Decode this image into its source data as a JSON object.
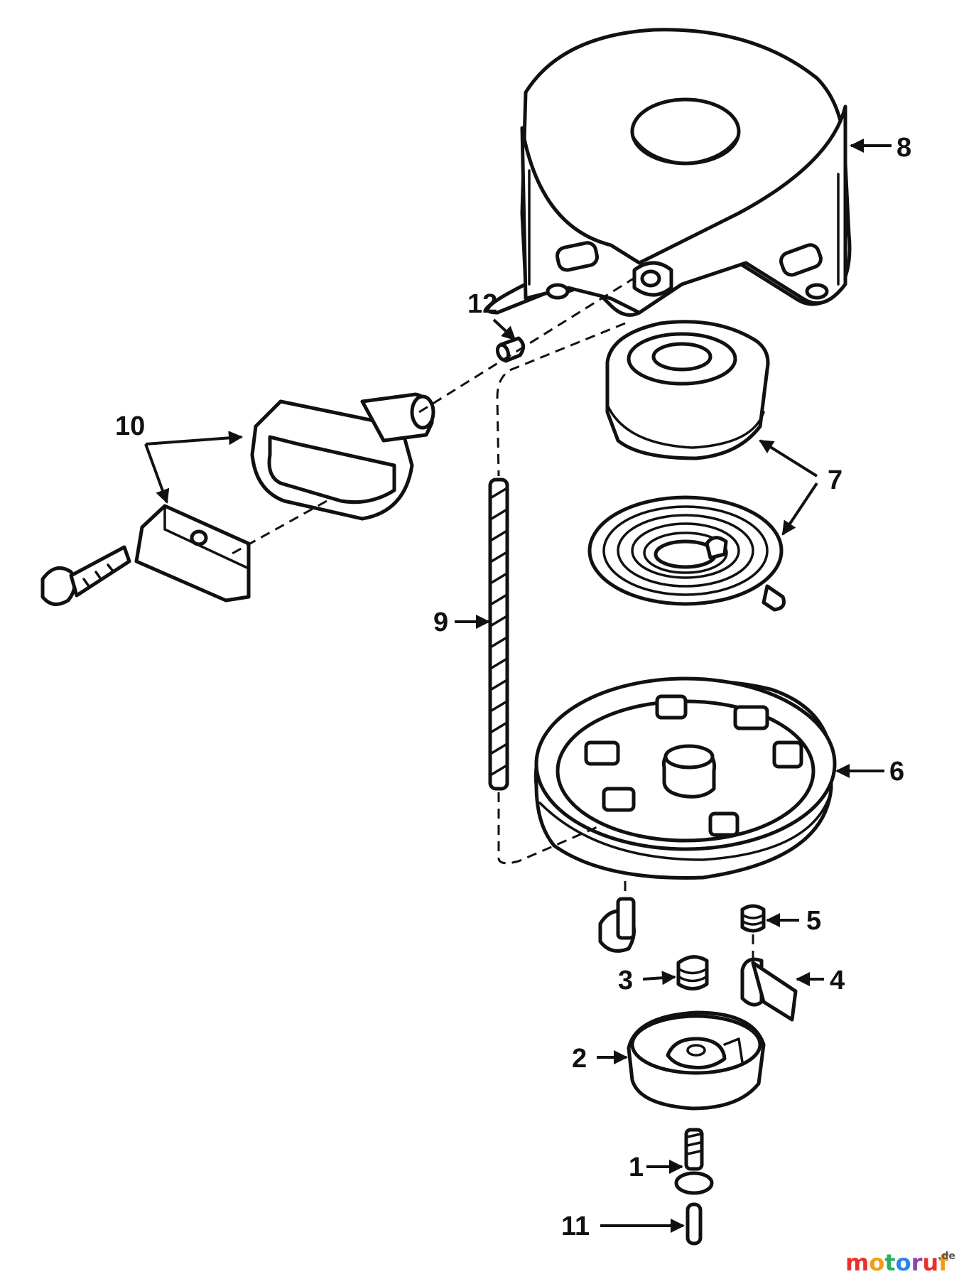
{
  "callouts": {
    "c1": "1",
    "c2": "2",
    "c3": "3",
    "c4": "4",
    "c5": "5",
    "c6": "6",
    "c7": "7",
    "c8": "8",
    "c9": "9",
    "c10": "10",
    "c11": "11",
    "c12": "12"
  },
  "watermark": {
    "brand": "motoruf",
    "suffix": ".de",
    "colors": [
      "#e8312f",
      "#f39c12",
      "#27ae60",
      "#2e86de",
      "#8e44ad",
      "#e8312f",
      "#f39c12"
    ]
  }
}
